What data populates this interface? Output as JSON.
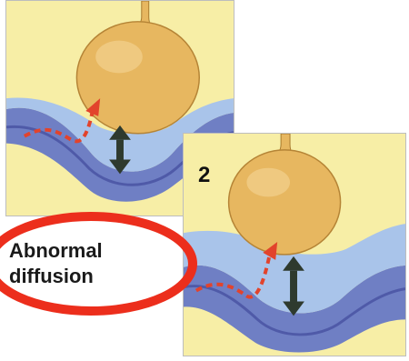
{
  "panels": [
    {
      "number": ""
    },
    {
      "number": "2"
    }
  ],
  "caption": {
    "line1": "Abnormal",
    "line2": "diffusion"
  },
  "colors": {
    "background_yellow": "#f7eea6",
    "membrane_blue": "#8d9fd6",
    "membrane_dark": "#4f5aa8",
    "cleft_fluid": "#a9c4ea",
    "vesicle": "#e7b760",
    "arrow_dark": "#2e3a2e",
    "diffusion_red": "#e2432c",
    "annotation_red": "#ec2e1c"
  },
  "icons": [
    "vesicle-icon",
    "double-arrow-icon",
    "diffusion-arrow-icon"
  ]
}
